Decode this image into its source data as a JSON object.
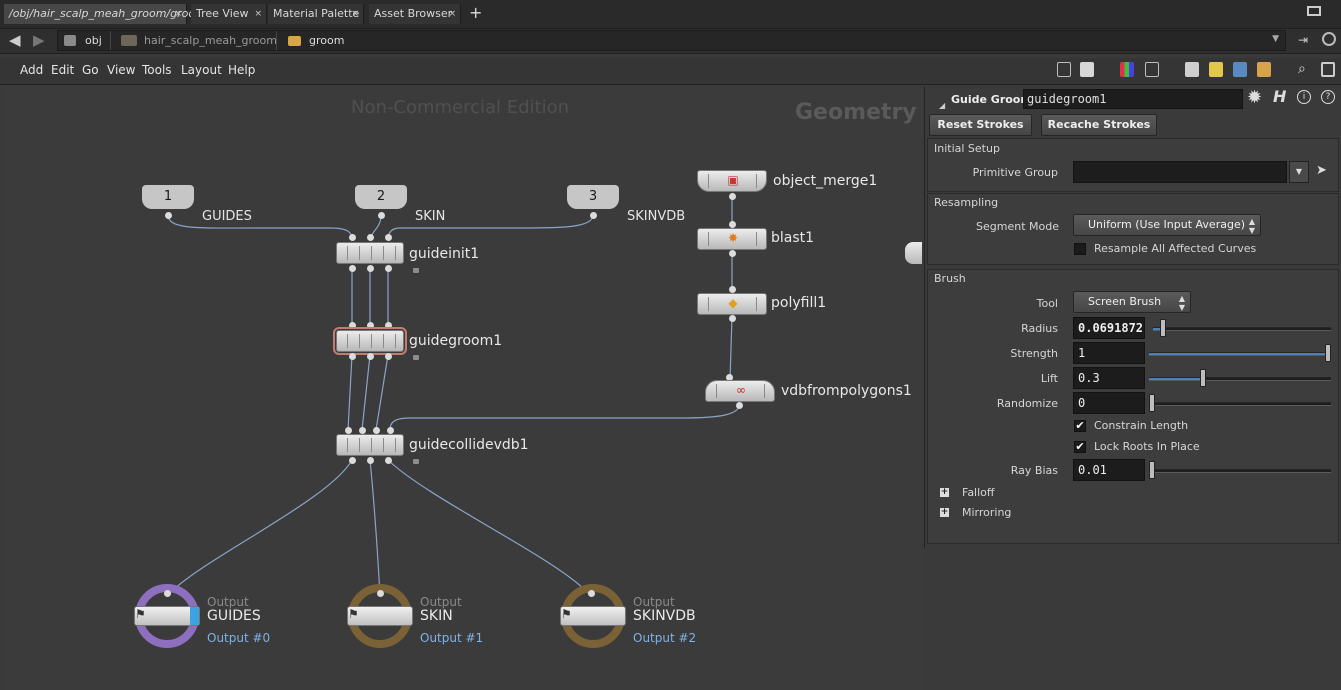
{
  "tabs": [
    {
      "label": "/obj/hair_scalp_meah_groom/groom",
      "active": true
    },
    {
      "label": "Tree View"
    },
    {
      "label": "Material Palette"
    },
    {
      "label": "Asset Browser"
    }
  ],
  "close_glyph": "×",
  "add_tab_glyph": "+",
  "path": {
    "root": "obj",
    "object": "hair_scalp_meah_groom",
    "current": "groom"
  },
  "menu": [
    "Add",
    "Edit",
    "Go",
    "View",
    "Tools",
    "Layout",
    "Help"
  ],
  "network": {
    "watermark": "Non-Commercial Edition",
    "context_label": "Geometry",
    "inputs": [
      {
        "number": "1",
        "label": "GUIDES"
      },
      {
        "number": "2",
        "label": "SKIN"
      },
      {
        "number": "3",
        "label": "SKINVDB"
      }
    ],
    "nodes": {
      "guideinit": "guideinit1",
      "guidegroom": "guidegroom1",
      "guidecollide": "guidecollidevdb1",
      "object_merge": "object_merge1",
      "blast": "blast1",
      "polyfill": "polyfill1",
      "vdbfrompolygons": "vdbfrompolygons1"
    },
    "outputs": [
      {
        "small": "Output",
        "name": "GUIDES",
        "index": "Output #0"
      },
      {
        "small": "Output",
        "name": "SKIN",
        "index": "Output #1"
      },
      {
        "small": "Output",
        "name": "SKINVDB",
        "index": "Output #2"
      }
    ]
  },
  "params": {
    "node_type": "Guide Groom",
    "node_name": "guidegroom1",
    "buttons": {
      "reset": "Reset Strokes",
      "recache": "Recache Strokes"
    },
    "initial_setup": {
      "title": "Initial Setup",
      "primitive_group_label": "Primitive Group",
      "primitive_group_value": ""
    },
    "resampling": {
      "title": "Resampling",
      "segment_mode_label": "Segment Mode",
      "segment_mode_value": "Uniform (Use Input Average)",
      "resample_all_label": "Resample All Affected Curves",
      "resample_all": false
    },
    "brush": {
      "title": "Brush",
      "tool_label": "Tool",
      "tool_value": "Screen Brush",
      "radius_label": "Radius",
      "radius_value": "0.0691872",
      "strength_label": "Strength",
      "strength_value": "1",
      "lift_label": "Lift",
      "lift_value": "0.3",
      "randomize_label": "Randomize",
      "randomize_value": "0",
      "constrain_label": "Constrain Length",
      "constrain": true,
      "lock_roots_label": "Lock Roots In Place",
      "lock_roots": true,
      "ray_bias_label": "Ray Bias",
      "ray_bias_value": "0.01",
      "falloff_label": "Falloff",
      "mirroring_label": "Mirroring"
    },
    "check_glyph": "✔",
    "expand_glyph": "+"
  },
  "colors": {
    "accent_blue": "#4a7fb8",
    "selected_node": "#c47b72",
    "output_ring": "#7a6236",
    "display_ring": "#8e6fbf",
    "wire": "#8aa4c8"
  }
}
